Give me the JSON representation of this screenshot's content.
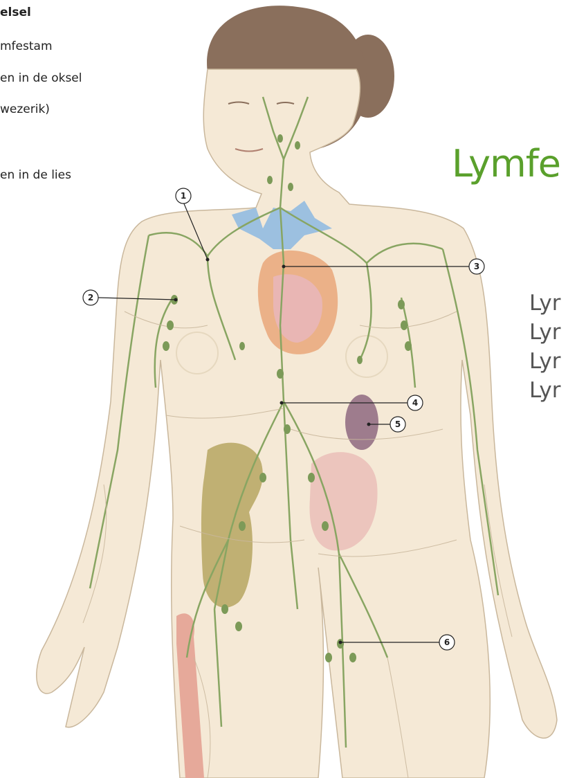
{
  "legend": {
    "lines": [
      "elsel",
      "mfestam",
      "en in de oksel",
      "wezerik)",
      "en in de lies"
    ]
  },
  "slide": {
    "title": "Lymfe",
    "bullets": [
      "Lyr",
      "Lyr",
      "Lyr",
      "Lyr"
    ]
  },
  "callouts": [
    "1",
    "2",
    "3",
    "4",
    "5",
    "6"
  ],
  "colors": {
    "skin": "#f5e9d6",
    "skin_outline": "#c9b79c",
    "hair": "#8a6f5c",
    "lymph": "#88a562",
    "lymph_node": "#7c9a58",
    "heart": "#e9a77a",
    "veins": "#9cc0e0",
    "spleen": "#8e6880",
    "liver": "#b3a15a",
    "intestine": "#e8b8b4",
    "title_green": "#5aa02c"
  }
}
